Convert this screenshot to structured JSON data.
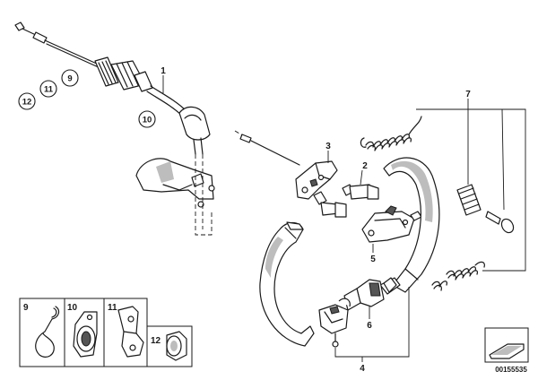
{
  "callouts": {
    "c1": "1",
    "c2": "2",
    "c3": "3",
    "c4": "4",
    "c5": "5",
    "c6": "6",
    "c7": "7",
    "c9": "9",
    "c10": "10",
    "c11": "11",
    "c12": "12"
  },
  "legend": {
    "p9": "9",
    "p10": "10",
    "p11": "11",
    "p12": "12"
  },
  "reference": "00155535"
}
